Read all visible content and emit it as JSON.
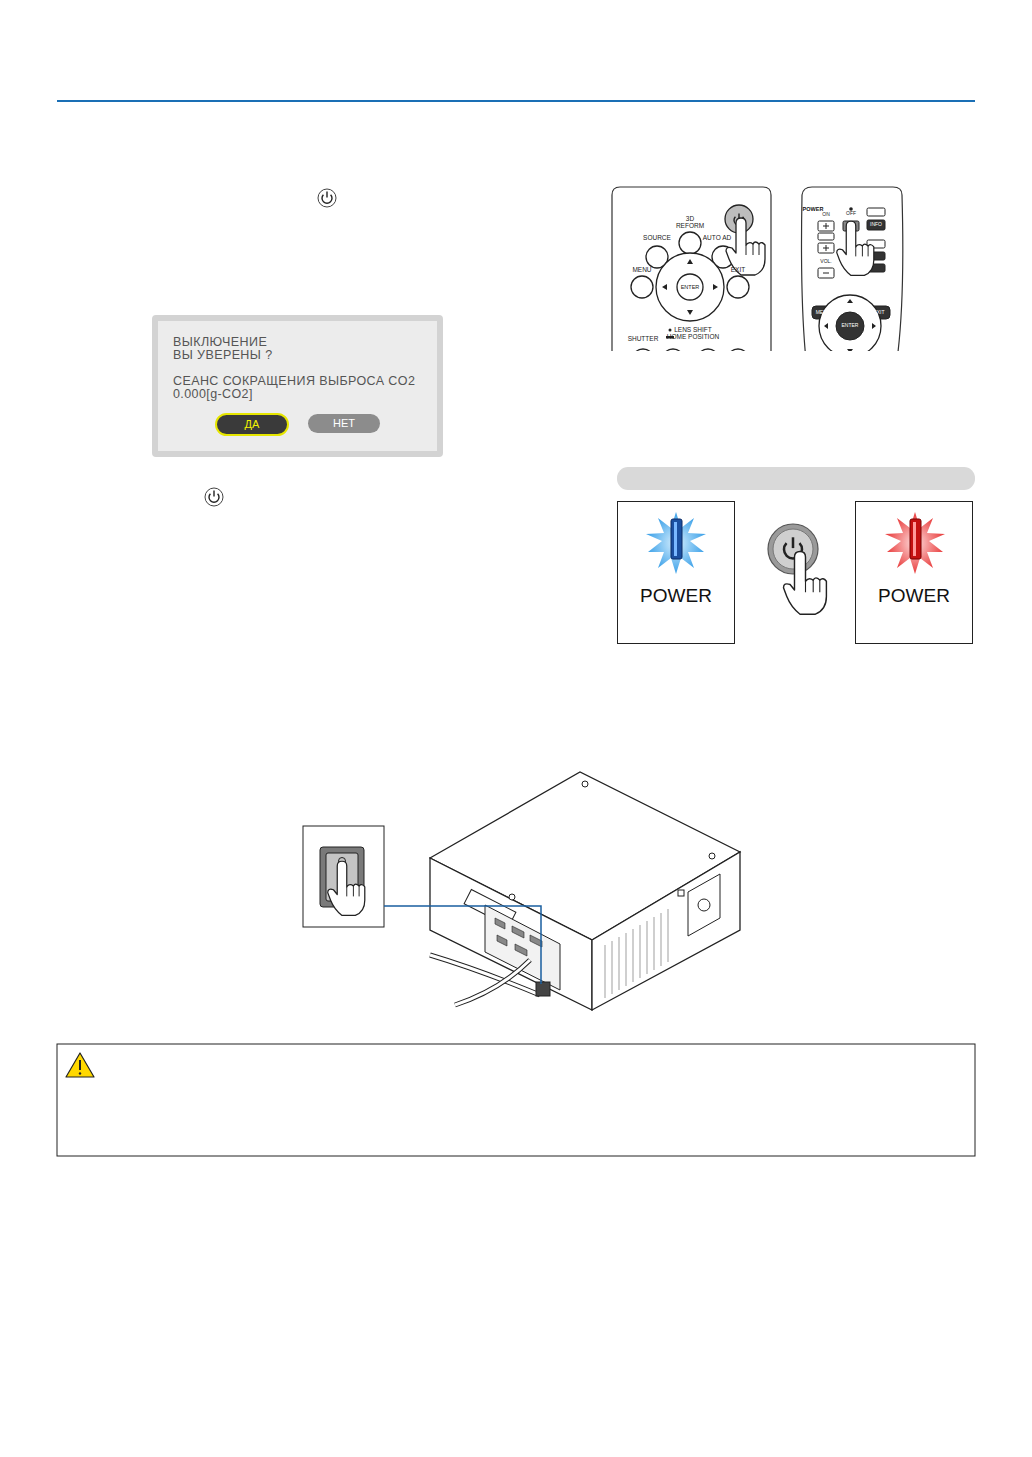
{
  "diagram": {
    "nodes": [
      {
        "text": [
          "ВЫКЛЮЧЕНИЕ",
          "ВЫ УВЕРЕНЫ ?",
          "СЕАНС СОКРАЩЕНИЯ ВЫБРОСА CO2",
          "0.000[g-CO2]"
        ]
      },
      {
        "text": [
          "ДА"
        ],
        "in": 0
      },
      {
        "text": [
          "НЕТ"
        ],
        "in": 0
      },
      {
        "text": [
          "POWER"
        ]
      },
      {
        "text": [
          "POWER"
        ]
      }
    ],
    "labels": [
      "3D REFORM",
      "SOURCE",
      "AUTO AD",
      "MENU",
      "ENTER",
      "EXIT",
      "SHUTTER",
      "LENS SHIFT",
      "HOME POSITION",
      "POWER",
      "ON",
      "OFF",
      "INFO",
      "VOL.",
      "MENU",
      "EXIT",
      "ENTER"
    ]
  }
}
